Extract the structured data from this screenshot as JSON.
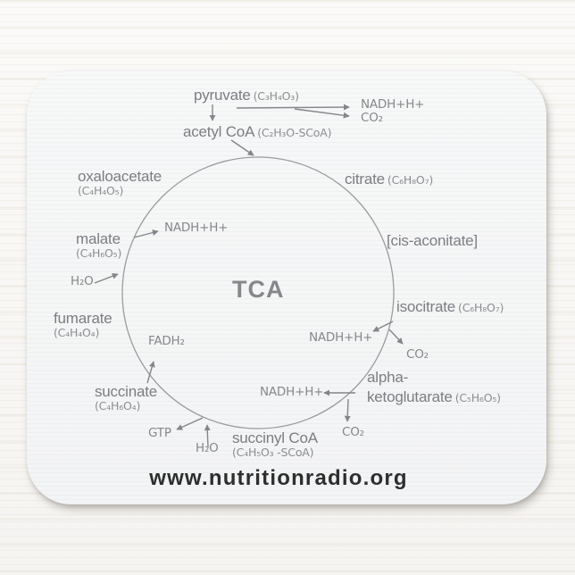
{
  "cycle": {
    "title": "TCA",
    "metabolites": {
      "pyruvate": {
        "name": "pyruvate",
        "formula": "(C₃H₄O₃)"
      },
      "acetyl_coa": {
        "name": "acetyl CoA",
        "formula": "(C₂H₃O-SCoA)"
      },
      "citrate": {
        "name": "citrate",
        "formula": "(C₆H₈O₇)"
      },
      "cis_aconitate": {
        "name": "[cis-aconitate]"
      },
      "isocitrate": {
        "name": "isocitrate",
        "formula": "(C₆H₈O₇)"
      },
      "alpha_ketoglutarate": {
        "name_line1": "alpha-",
        "name_line2": "ketoglutarate",
        "formula": "(C₅H₆O₅)"
      },
      "succinyl_coa": {
        "name": "succinyl CoA",
        "formula": "(C₄H₅O₃ -SCoA)"
      },
      "succinate": {
        "name": "succinate",
        "formula": "(C₄H₆O₄)"
      },
      "fumarate": {
        "name": "fumarate",
        "formula": "(C₄H₄O₄)"
      },
      "malate": {
        "name": "malate",
        "formula": "(C₄H₆O₅)"
      },
      "oxaloacetate": {
        "name": "oxaloacetate",
        "formula": "(C₄H₄O₅)"
      }
    },
    "cofactors": {
      "nadh_pyruvate": "NADH+H+",
      "co2_pyruvate": "CO₂",
      "nadh_malate": "NADH+H+",
      "h2o_fumarate": "H₂O",
      "fadh2_succinate": "FADH₂",
      "gtp_succinate": "GTP",
      "h2o_succinyl": "H₂O",
      "nadh_alpha_kg": "NADH+H+",
      "co2_alpha_kg": "CO₂",
      "nadh_isocitrate": "NADH+H+",
      "co2_isocitrate": "CO₂"
    }
  },
  "footer": {
    "url": "www.nutritionradio.org"
  },
  "colors": {
    "diagram_text": "#7b7e82",
    "formula_text": "#8b8e91",
    "circle_stroke": "#9a9c9e",
    "arrow": "#83868a",
    "website_text": "#2e2e2e",
    "mousepad": "#f6f7f7"
  }
}
